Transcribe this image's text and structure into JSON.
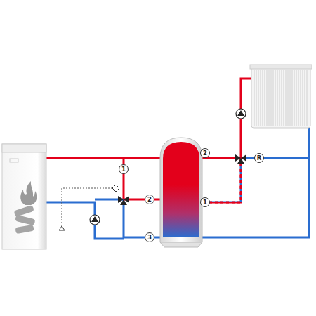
{
  "diagram": {
    "labels": [
      "2",
      "R",
      "1",
      "2",
      "1",
      "3"
    ]
  }
}
